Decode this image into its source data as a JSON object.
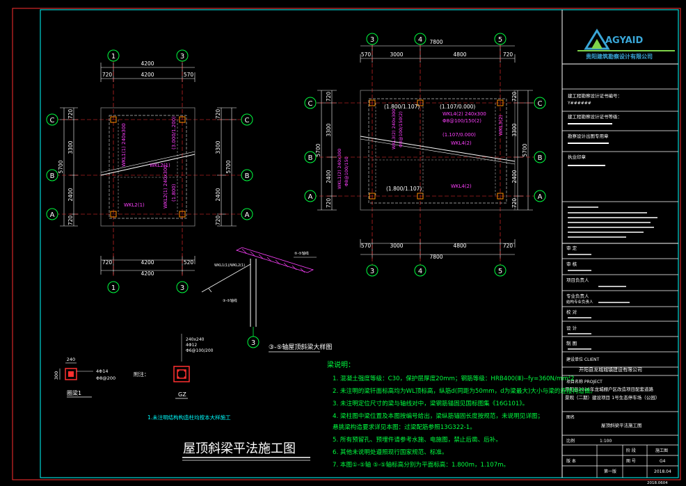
{
  "title_block": {
    "logo_text": "AGYAID",
    "company": "贵阳建筑勘察设计有限公司",
    "qual_label": "建工程勘察设计证书编号：",
    "qual_value": "Y######",
    "sub_label": "建工程勘察设计证书等级：",
    "stamp1": "勘察设计出图专用章",
    "stamp2": "执业印章",
    "review": "审  定",
    "check": "审  核",
    "project_lead": "项目负责人",
    "discipline_lead": "专业负责人",
    "discipline_sub": "结构专业负责人",
    "proof": "校  对",
    "design": "设  计",
    "draw": "制  图",
    "client_label": "建设单位 CLIENT",
    "client": "开阳县龙城城镇建设有限公司",
    "project_label": "项目名称 PROJECT",
    "project": "开阳县2016年龙城棚户区改造项目配套道路",
    "project2": "景观（二期）建设项目 1号生态停车场（公园）",
    "drawing_label": "图名",
    "drawing_name": "屋顶斜梁平法施工图",
    "scale_label": "比例",
    "scale": "1:100",
    "stage_label": "阶  段",
    "stage": "施工图",
    "rev_label": "版  本",
    "rev": "第一版",
    "sheet_label": "图  号",
    "sheet": "G4",
    "date": "2018.04",
    "date_bottom": "2018.0604"
  },
  "plan_left": {
    "axes_top": [
      "1",
      "3"
    ],
    "axes_bottom": [
      "1",
      "3"
    ],
    "axes_left": [
      "C",
      "B",
      "A"
    ],
    "axes_right": [
      "C",
      "B",
      "A"
    ],
    "dim_top_total": "4200",
    "dim_top_parts": [
      "720",
      "4200",
      "570"
    ],
    "dim_bottom_parts": [
      "720",
      "4200",
      "520"
    ],
    "dim_bottom_total": "4200",
    "dim_left_total": "5700",
    "dim_left_parts": [
      "720",
      "3300",
      "2400",
      "720"
    ],
    "dim_right_total": "5700",
    "dim_right_parts": [
      "720",
      "3300",
      "2400",
      "720"
    ],
    "labels": [
      "WKL2(1)",
      "WKL2(1)",
      "WKL1(1) 240x300",
      "WKL2(1) 240x300",
      "(3.000/1.200)",
      "(1.800)"
    ]
  },
  "plan_right": {
    "axes_top": [
      "3",
      "4",
      "5"
    ],
    "axes_bottom": [
      "3",
      "4",
      "5"
    ],
    "axes_left": [
      "C",
      "B",
      "A"
    ],
    "axes_right": [
      "C",
      "B",
      "A"
    ],
    "dim_top_total": "7800",
    "dim_top_parts": [
      "570",
      "3000",
      "4800",
      "720"
    ],
    "dim_bottom_parts": [
      "570",
      "3000",
      "4800",
      "720"
    ],
    "dim_bottom_total": "7800",
    "dim_left_total": "5700",
    "dim_left_parts": [
      "720",
      "3300",
      "2400",
      "720"
    ],
    "dim_right_total": "5700",
    "dim_right_parts": [
      "720",
      "3300",
      "2400",
      "720"
    ],
    "elev_top_left": "(1.800/1.107)",
    "elev_top_right": "(1.107/0.000)",
    "elev_bottom": "(1.800/1.107)",
    "labels": [
      "WKL4(2) 240x300",
      "Φ8@100/150(2)",
      "(1.107/0.000)",
      "WKL4(2)",
      "WKL4(2)",
      "WKL3(2)"
    ]
  },
  "detail": {
    "axis": "3",
    "title": "③-⑤轴屋顶斜梁大样图",
    "note1": "WKL1(1)/WKL2(1)",
    "note2": "③-⑤轴线",
    "note3": "⑤-⑤轴线"
  },
  "sections": {
    "beam_label": "圈梁1",
    "beam_w": "240",
    "beam_h": "300",
    "beam_rebar": "4Φ14",
    "beam_stir": "Φ8@200",
    "attached": "附注：",
    "gz_label": "GZ",
    "gz_size": "240x240",
    "gz_rebar": "4Φ12",
    "gz_stir": "Φ6@100/200",
    "gz_note": "1.未注明结构构造柱均按本大样施工"
  },
  "notes": {
    "heading": "梁说明：",
    "items": [
      "1. 混凝土强度等级：C30，保护层厚度20mm；钢筋等级：HRB400(Ⅲ)--fy=360N/mm²2",
      "2. 未注明的梁钎面标高均为WL顶标高，纵筋d(同距为50mm，d为梁最大)大小与梁的连接构造做。",
      "3. 未注明定位尺寸的梁与轴线对中，梁钢筋锚固见国标图集《16G101》。",
      "4. 梁柱图中梁位置及本图按编号给出，梁纵筋锚固长度按规范，未说明见详图；",
      "   悬挑梁构造要求详见本图：过梁配筋参照13G322-1。",
      "5. 所有预留孔、预埋件请参考水施、电施图，禁止后凿、后补。",
      "6. 其他未说明处遵照现行国家规范、标准。",
      "7. 本图①-⑤轴 ⑤-⑤轴标高分别为平面标高：1.800m，1.107m。"
    ]
  },
  "main_title": "屋顶斜梁平法施工图"
}
